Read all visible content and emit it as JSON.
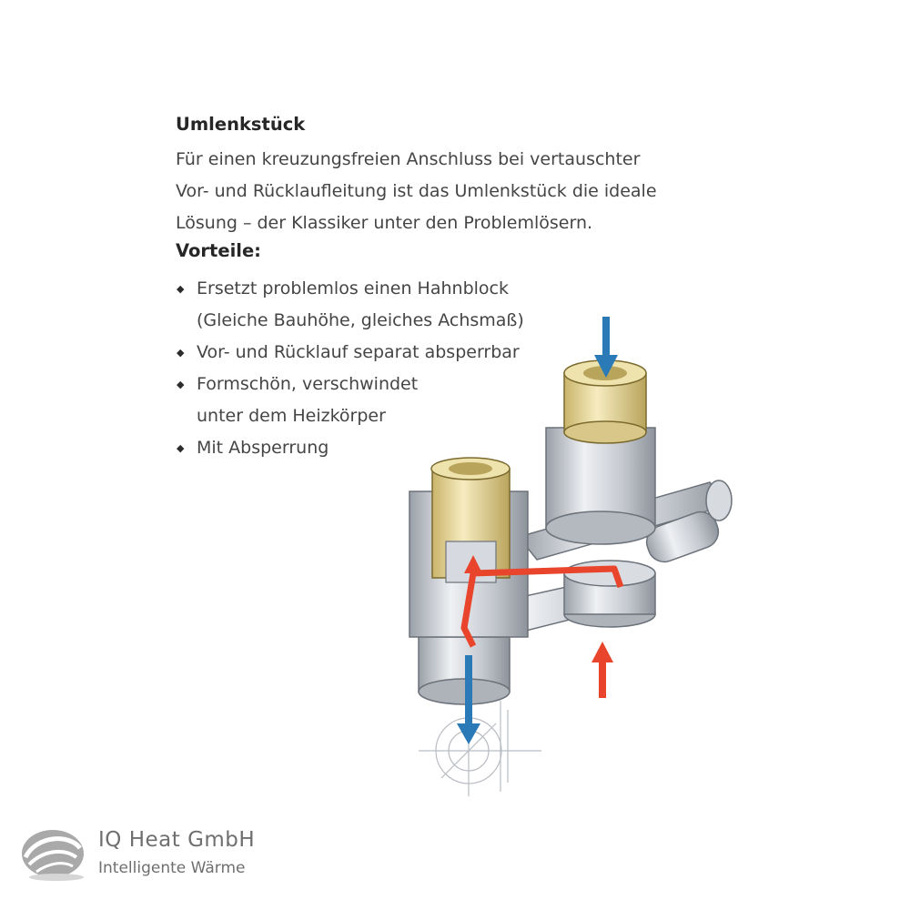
{
  "content": {
    "heading": "Umlenkstück",
    "intro_lines": [
      "Für einen kreuzungsfreien Anschluss bei vertauschter",
      "Vor- und Rücklaufleitung ist das Umlenkstück die ideale",
      "Lösung – der Klassiker unter den Problemlösern."
    ],
    "advantages_heading": "Vorteile:",
    "advantages": [
      {
        "bullet": "◆",
        "lines": [
          "Ersetzt problemlos einen Hahnblock",
          "(Gleiche Bauhöhe, gleiches Achsmaß)"
        ]
      },
      {
        "bullet": "◆",
        "lines": [
          "Vor- und Rücklauf separat absperrbar"
        ]
      },
      {
        "bullet": "◆",
        "lines": [
          "Formschön, verschwindet",
          "unter dem Heizkörper"
        ]
      },
      {
        "bullet": "◆",
        "lines": [
          "Mit Absperrung"
        ]
      }
    ]
  },
  "illustration": {
    "icon": "valve-illustration",
    "colors": {
      "supply_arrow": "#e8452c",
      "return_arrow": "#2a7ab8",
      "brass": "#e8d9a0",
      "metal": "#c9ccd2"
    }
  },
  "footer": {
    "logo_icon": "iq-heat-swirl-logo",
    "company": "IQ Heat GmbH",
    "tagline": "Intelligente Wärme"
  }
}
